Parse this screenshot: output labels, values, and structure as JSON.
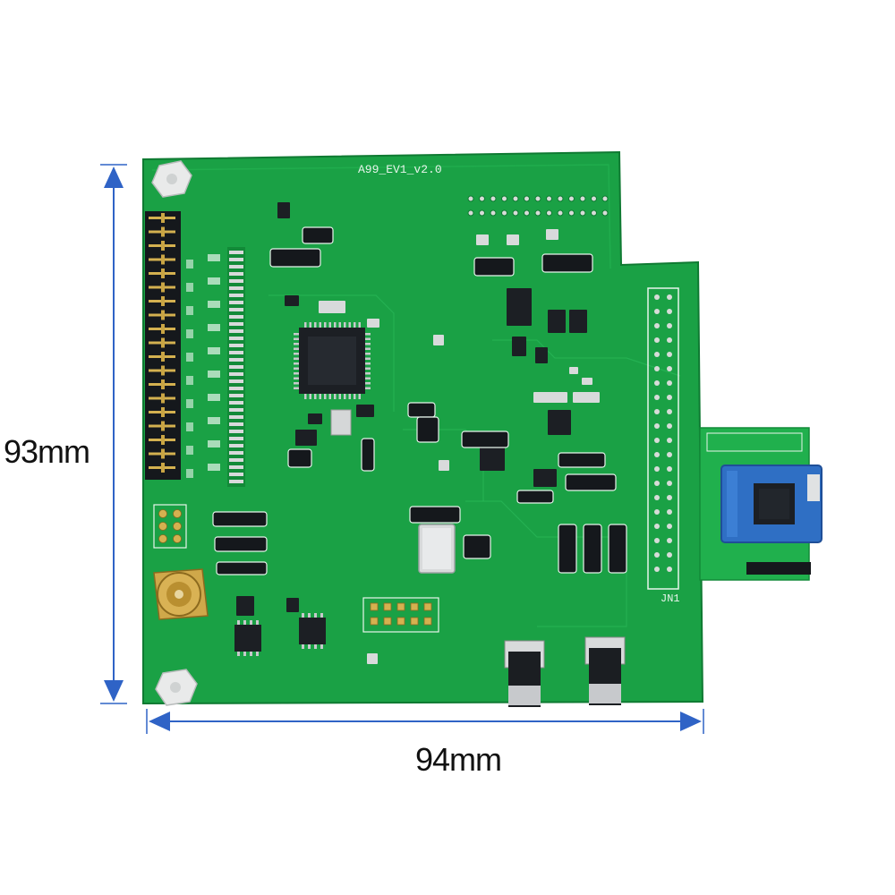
{
  "dimensions": {
    "height_label": "93mm",
    "width_label": "94mm"
  },
  "board": {
    "silkscreen_title": "A99_EV1_v2.0",
    "connector_label": "JN1",
    "pcb_color": "#1aa145",
    "arrow_color": "#2f63c6"
  }
}
